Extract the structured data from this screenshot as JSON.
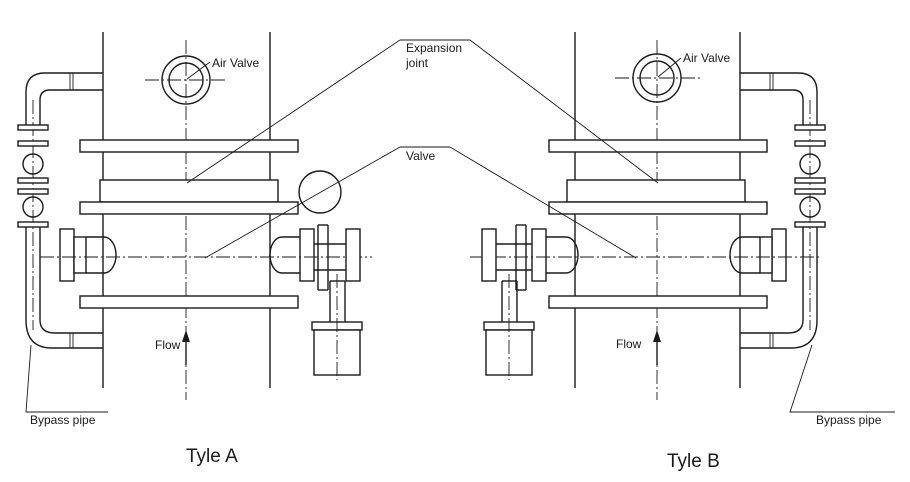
{
  "labels": {
    "air_valve": "Air Valve",
    "expansion_joint_line1": "Expansion",
    "expansion_joint_line2": "joint",
    "valve": "Valve",
    "flow": "Flow",
    "bypass_pipe": "Bypass pipe"
  },
  "captions": {
    "type_a": "Tyle A",
    "type_b": "Tyle B"
  },
  "colors": {
    "line": "#1a1a1a",
    "background": "#ffffff"
  }
}
